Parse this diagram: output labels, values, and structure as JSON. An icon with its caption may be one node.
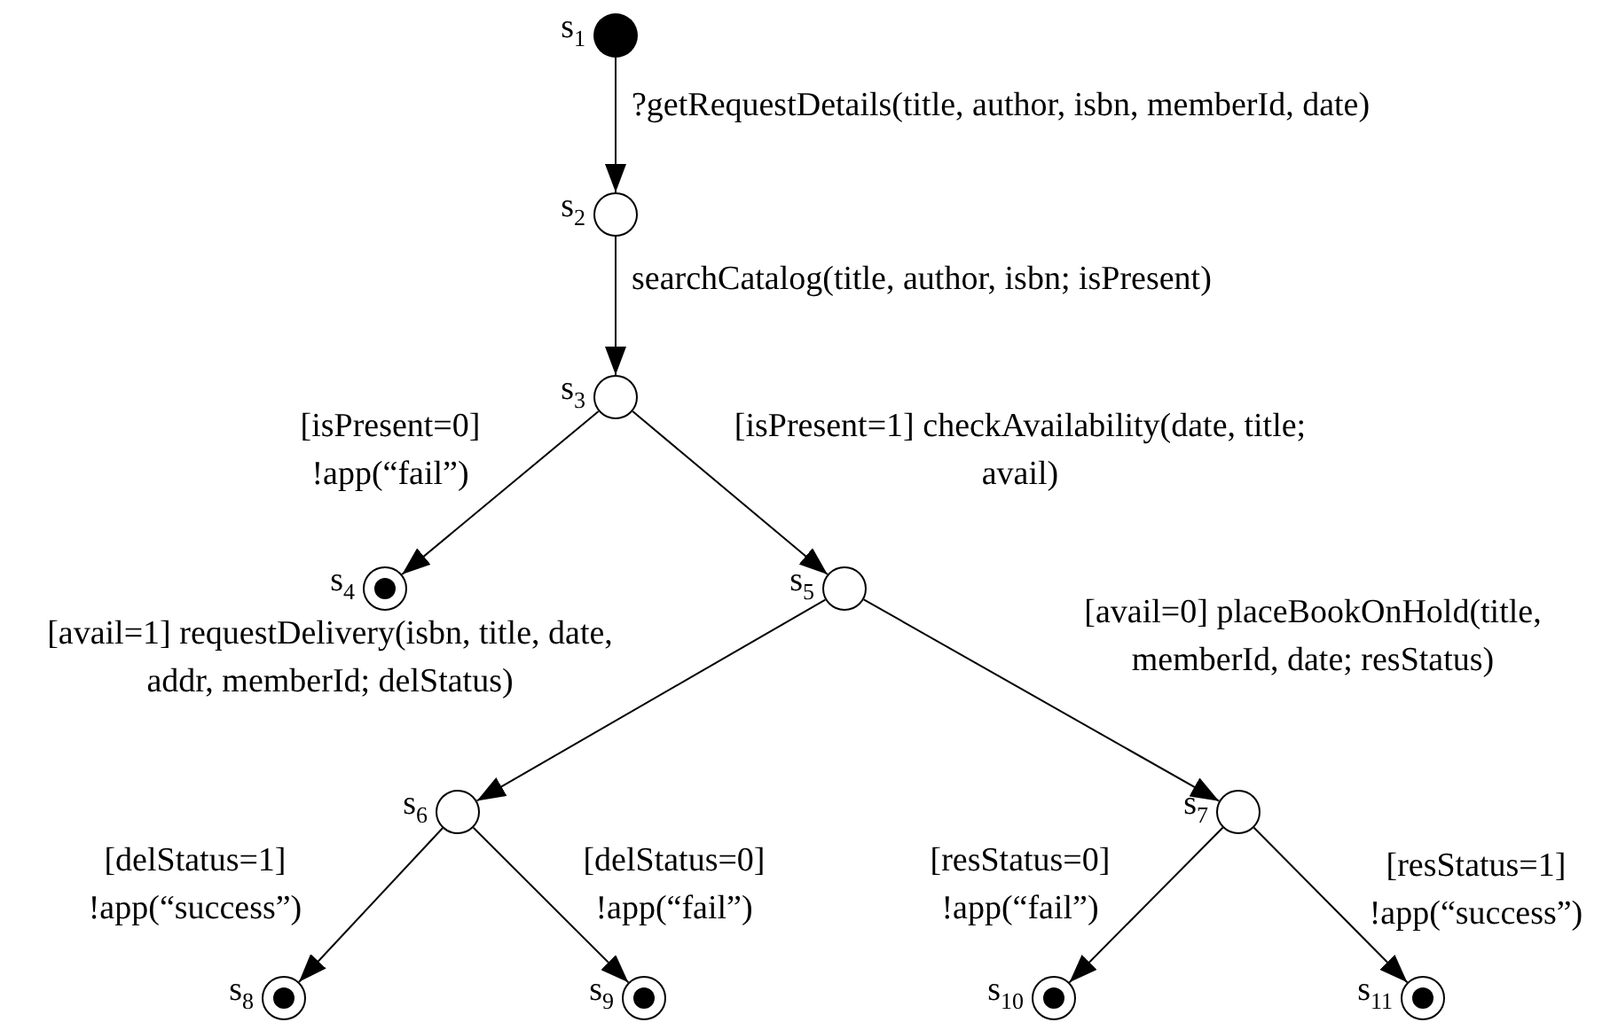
{
  "diagram": {
    "nodes": [
      {
        "text": [],
        "shape": "dot",
        "beside": [
          "s$_{1}$"
        ]
      },
      {
        "text": [],
        "shape": "circle",
        "beside": [
          "s$_{2}$"
        ]
      },
      {
        "text": [],
        "shape": "circle",
        "beside": [
          "s$_{3}$"
        ]
      },
      {
        "text": [],
        "shape": "bullseye",
        "beside": [
          "s$_{4}$"
        ]
      },
      {
        "text": [],
        "shape": "circle",
        "beside": [
          "s$_{5}$"
        ]
      },
      {
        "text": [],
        "shape": "circle",
        "beside": [
          "s$_{6}$"
        ]
      },
      {
        "text": [],
        "shape": "circle",
        "beside": [
          "s$_{7}$"
        ]
      },
      {
        "text": [],
        "shape": "bullseye",
        "beside": [
          "s$_{8}$"
        ]
      },
      {
        "text": [],
        "shape": "bullseye",
        "beside": [
          "s$_{9}$"
        ]
      },
      {
        "text": [],
        "shape": "bullseye",
        "beside": [
          "s$_{10}$"
        ]
      },
      {
        "text": [],
        "shape": "bullseye",
        "beside": [
          "s$_{11}$"
        ]
      }
    ],
    "edges": [
      {
        "from": 0,
        "to": 1,
        "arrow": "to",
        "label": "?getRequestDetails(title, author, isbn, memberId, date)"
      },
      {
        "from": 1,
        "to": 2,
        "arrow": "to",
        "label": "searchCatalog(title, author, isbn; isPresent)"
      },
      {
        "from": 2,
        "to": 3,
        "arrow": "to",
        "label": "[isPresent=0] !app(“fail”)"
      },
      {
        "from": 2,
        "to": 4,
        "arrow": "to",
        "label": "[isPresent=1] checkAvailability(date, title; avail)"
      },
      {
        "from": 4,
        "to": 5,
        "arrow": "to",
        "label": "[avail=1] requestDelivery(isbn, title, date, addr, memberId; delStatus)"
      },
      {
        "from": 4,
        "to": 6,
        "arrow": "to",
        "label": "[avail=0] placeBookOnHold(title, memberId, date; resStatus)"
      },
      {
        "from": 5,
        "to": 7,
        "arrow": "to",
        "label": "[delStatus=1] !app(“success”)"
      },
      {
        "from": 5,
        "to": 8,
        "arrow": "to",
        "label": "[delStatus=0] !app(“fail”)"
      },
      {
        "from": 6,
        "to": 9,
        "arrow": "to",
        "label": "[resStatus=0] !app(“fail”)"
      },
      {
        "from": 6,
        "to": 10,
        "arrow": "to",
        "label": "[resStatus=1] !app(“success”)"
      }
    ]
  }
}
